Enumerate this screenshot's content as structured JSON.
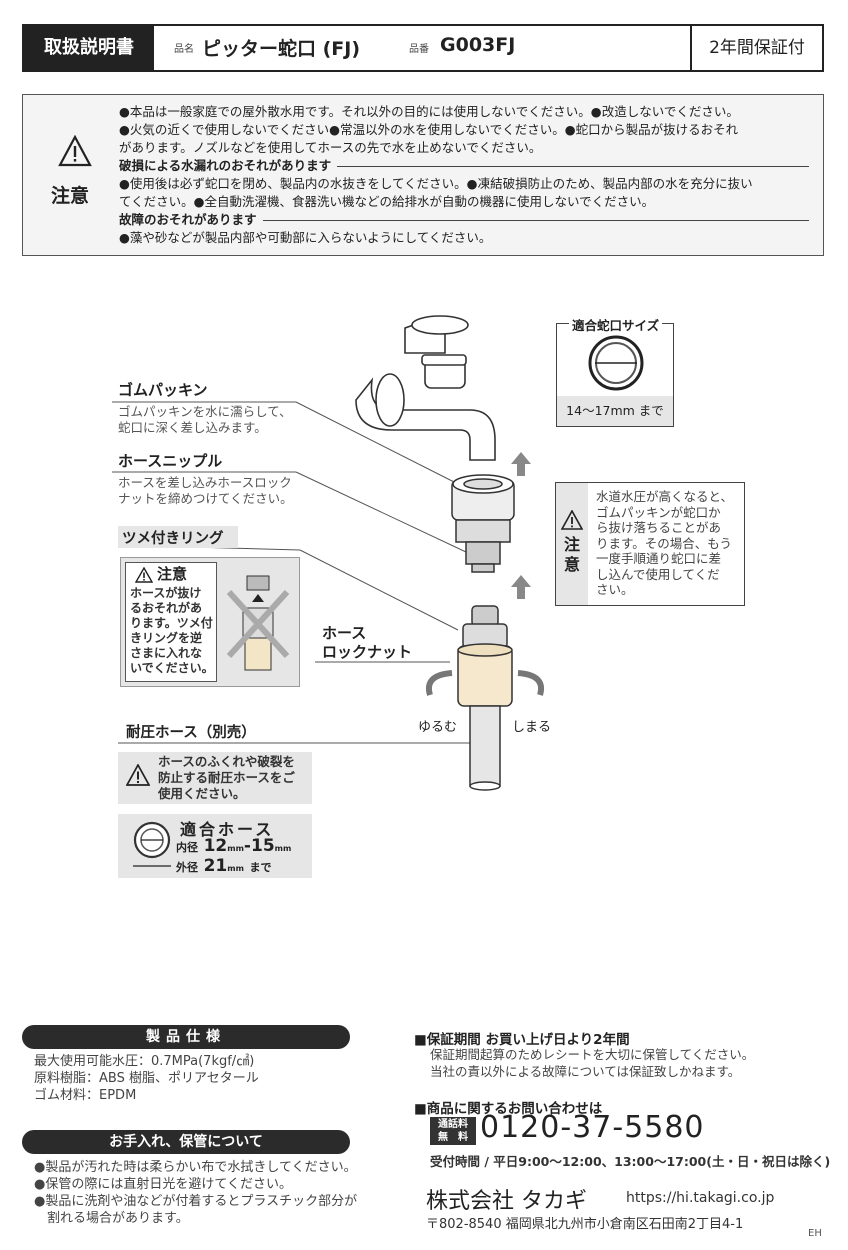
{
  "header": {
    "doc_type": "取扱説明書",
    "name_label": "品名",
    "name": "ピッター蛇口 (FJ)",
    "code_label": "品番",
    "code": "G003FJ",
    "warranty": "2年間保証付"
  },
  "caution": {
    "word": "注意",
    "lines": [
      "●本品は一般家庭での屋外散水用です。それ以外の目的には使用しないでください。●改造しないでください。",
      "●火気の近くで使用しないでください●常温以外の水を使用しないでください。●蛇口から製品が抜けるおそれ",
      "があります。ノズルなどを使用してホースの先で水を止めないでください。"
    ],
    "heading2": "破損による水漏れのおそれがあります",
    "lines2": [
      "●使用後は必ず蛇口を閉め、製品内の水抜きをしてください。●凍結破損防止のため、製品内部の水を充分に抜い",
      "てください。●全自動洗濯機、食器洗い機などの給排水が自動の機器に使用しないでください。"
    ],
    "heading3": "故障のおそれがあります",
    "lines3": [
      "●藻や砂などが製品内部や可動部に入らないようにしてください。"
    ]
  },
  "diagram": {
    "faucet_size_title": "適合蛇口サイズ",
    "faucet_size_range": "14～17mm まで",
    "rubber_packing": {
      "label": "ゴムパッキン",
      "desc": [
        "ゴムパッキンを水に濡らして、",
        "蛇口に深く差し込みます。"
      ]
    },
    "hose_nipple": {
      "label": "ホースニップル",
      "desc": [
        "ホースを差し込みホースロック",
        "ナットを締めつけてください。"
      ]
    },
    "claw_ring": {
      "label": "ツメ付きリング"
    },
    "claw_caution": {
      "title": "注意",
      "text": [
        "ホースが抜け",
        "るおそれがあ",
        "ります。ツメ付",
        "きリングを逆",
        "さまに入れな",
        "いでください。"
      ]
    },
    "side_caution": {
      "word": "注意",
      "text": [
        "水道水圧が高くなると、",
        "ゴムパッキンが蛇口か",
        "ら抜け落ちることがあ",
        "ります。その場合、もう",
        "一度手順通り蛇口に差",
        "し込んで使用してくだ",
        "さい。"
      ]
    },
    "lock_nut": [
      "ホース",
      "ロックナット"
    ],
    "loosen": "ゆるむ",
    "tighten": "しまる",
    "pressure_hose": {
      "label": "耐圧ホース（別売）",
      "text": [
        "ホースのふくれや破裂を",
        "防止する耐圧ホースをご",
        "使用ください。"
      ]
    },
    "fit_hose": {
      "title": "適合ホース",
      "inner_label": "内径",
      "inner": "12",
      "dash": "-",
      "inner2": "15",
      "mm": "mm",
      "outer_label": "外径",
      "outer": "21",
      "until": "まで"
    }
  },
  "specs": {
    "title": "製品仕様",
    "lines": [
      "最大使用可能水圧：0.7MPa(7kgf/㎠)",
      "原料樹脂：ABS 樹脂、ポリアセタール",
      "ゴム材料：EPDM"
    ]
  },
  "care": {
    "title": "お手入れ、保管について",
    "lines": [
      "●製品が汚れた時は柔らかい布で水拭きしてください。",
      "●保管の際には直射日光を避けてください。",
      "●製品に洗剤や油などが付着するとプラスチック部分が",
      "　割れる場合があります。"
    ]
  },
  "warranty": {
    "heading": "■保証期間 お買い上げ日より2年間",
    "lines": [
      "保証期間起算のためレシートを大切に保管してください。",
      "当社の責以外による故障については保証致しかねます。"
    ]
  },
  "contact": {
    "heading": "■商品に関するお問い合わせは",
    "badge1": "通話料",
    "badge2": "無　料",
    "phone": "0120-37-5580",
    "hours": "受付時間 / 平日9:00～12:00、13:00～17:00(土・日・祝日は除く)",
    "company": "株式会社 タカギ",
    "url": "https://hi.takagi.co.jp",
    "address": "〒802-8540 福岡県北九州市小倉南区石田南2丁目4-1",
    "code": "EH"
  }
}
